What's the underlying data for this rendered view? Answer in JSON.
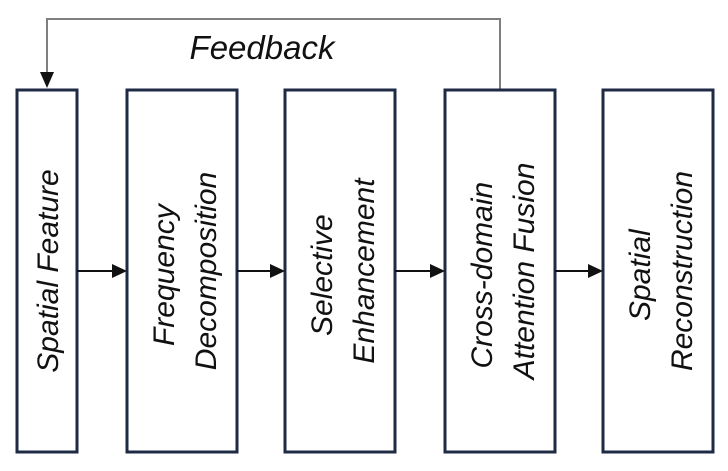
{
  "feedback": {
    "label": "Feedback"
  },
  "stages": [
    {
      "lines": [
        "Spatial Feature"
      ]
    },
    {
      "lines": [
        "Frequency",
        "Decomposition"
      ]
    },
    {
      "lines": [
        "Selective",
        "Enhancement"
      ]
    },
    {
      "lines": [
        "Cross-domain",
        "Attention Fusion"
      ]
    },
    {
      "lines": [
        "Spatial",
        "Reconstruction"
      ]
    }
  ],
  "colors": {
    "box_border": "#1f2a44",
    "arrow": "#111111",
    "feedback_line": "#7f7f7f"
  }
}
